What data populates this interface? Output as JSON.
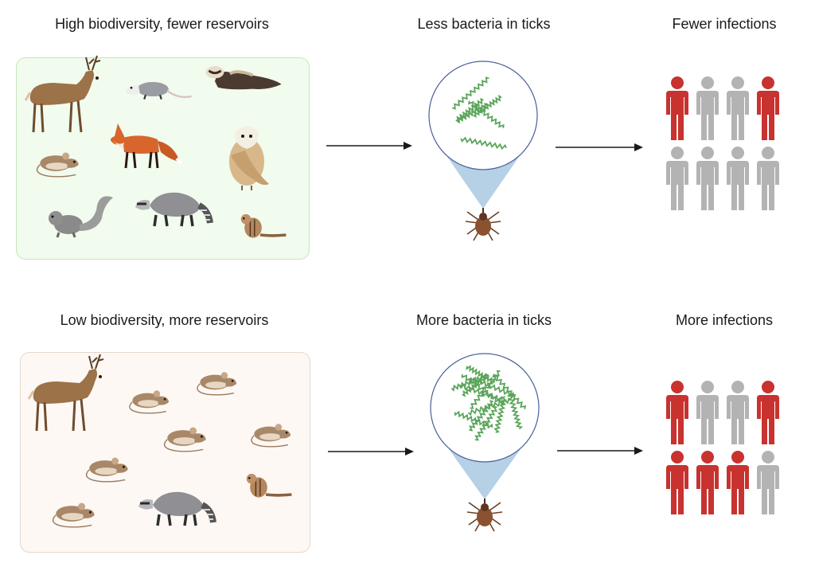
{
  "rows": [
    {
      "id": "high",
      "host_label": "High biodiversity, fewer reservoirs",
      "tick_label": "Less bacteria in ticks",
      "infection_label": "Fewer infections",
      "animals": [
        "deer",
        "opossum",
        "ferret",
        "mouse",
        "fox",
        "owl",
        "squirrel",
        "raccoon",
        "chipmunk"
      ],
      "people_status": [
        "infected",
        "healthy",
        "healthy",
        "infected",
        "healthy",
        "healthy",
        "healthy",
        "healthy"
      ],
      "bacteria_count": 6
    },
    {
      "id": "low",
      "host_label": "Low biodiversity, more reservoirs",
      "tick_label": "More bacteria in ticks",
      "infection_label": "More infections",
      "animals": [
        "deer",
        "mouse",
        "mouse",
        "mouse",
        "mouse",
        "mouse",
        "mouse",
        "raccoon",
        "chipmunk"
      ],
      "people_status": [
        "infected",
        "healthy",
        "healthy",
        "infected",
        "infected",
        "infected",
        "infected",
        "healthy"
      ],
      "bacteria_count": 14
    }
  ],
  "colors": {
    "infected": "#c8322f",
    "healthy": "#b3b3b3",
    "bacteria": "#5aa55a",
    "cone": "#a9c8e2",
    "circle_border": "#4a5f9a",
    "arrow": "#1a1a1a"
  }
}
